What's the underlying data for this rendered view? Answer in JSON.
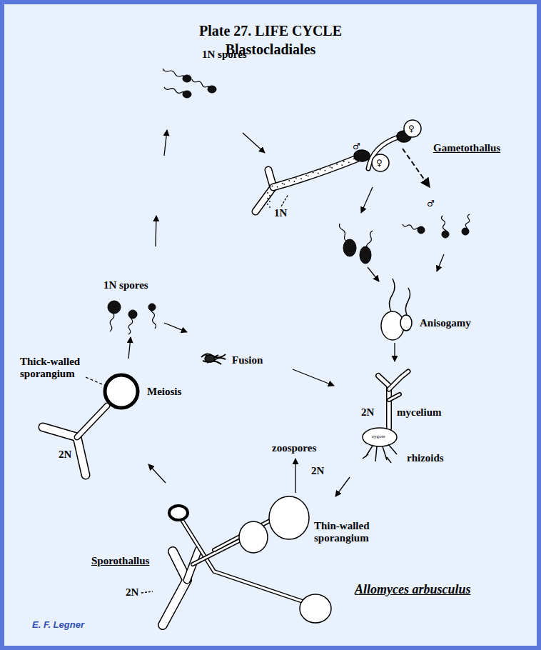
{
  "diagram": {
    "title": "Plate 27. LIFE CYCLE Blastocladiales",
    "labels": [
      "1N spores",
      "Gametothallus",
      "1N",
      "♀",
      "♂",
      "♀",
      "♂",
      "Anisogamy",
      "1N spores",
      "Fusion",
      "Thick-walled sporangium",
      "Meiosis",
      "2N",
      "2N",
      "mycelium",
      "zygote",
      "rhizoids",
      "zoospores",
      "2N",
      "Thin-walled sporangium",
      "Sporothallus",
      "2N",
      "Allomyces arbusculus",
      "E. F. Legner"
    ]
  }
}
